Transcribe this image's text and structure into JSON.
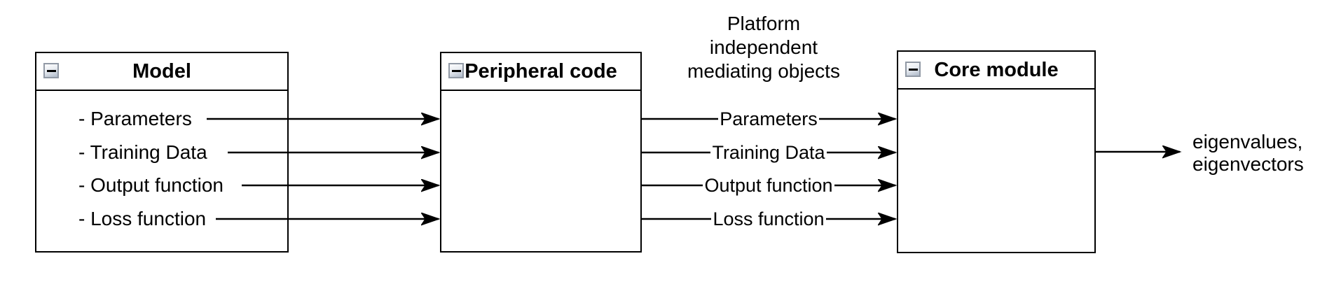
{
  "colors": {
    "background": "#ffffff",
    "stroke": "#000000",
    "text": "#000000",
    "collapse_button_border": "#9199a5",
    "collapse_button_gradient_top": "#fdfdfe",
    "collapse_button_gradient_bottom": "#aeb9c9"
  },
  "boxes": {
    "model": {
      "title": "Model",
      "collapse_icon": "minus",
      "items": [
        "- Parameters",
        "- Training Data",
        "- Output function",
        "- Loss function"
      ]
    },
    "peripheral": {
      "title": "Peripheral code",
      "collapse_icon": "minus"
    },
    "core": {
      "title": "Core module",
      "collapse_icon": "minus"
    }
  },
  "labels": {
    "mediating_objects": [
      "Platform",
      "independent",
      "mediating objects"
    ],
    "flows": [
      "Parameters",
      "Training Data",
      "Output function",
      "Loss function"
    ],
    "output": [
      "eigenvalues,",
      "eigenvectors"
    ]
  }
}
